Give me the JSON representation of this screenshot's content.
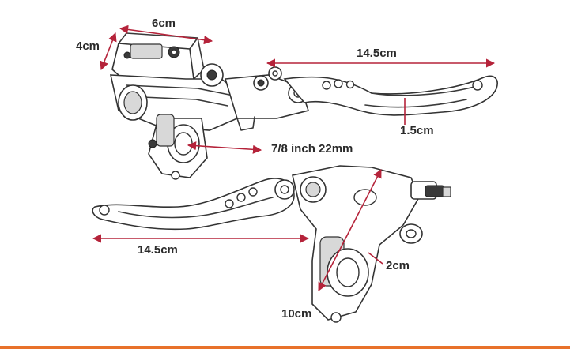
{
  "colors": {
    "dimension_red": "#b5233a",
    "label_text": "#2a2a2a",
    "bottom_bar": "#e8712a"
  },
  "dimensions": {
    "reservoir_width": "6cm",
    "reservoir_height": "4cm",
    "brake_lever_length": "14.5cm",
    "brake_lever_width": "1.5cm",
    "bar_clamp": "7/8 inch 22mm",
    "clutch_lever_length": "14.5cm",
    "clutch_clamp_width": "2cm",
    "clutch_body_length": "10cm"
  }
}
